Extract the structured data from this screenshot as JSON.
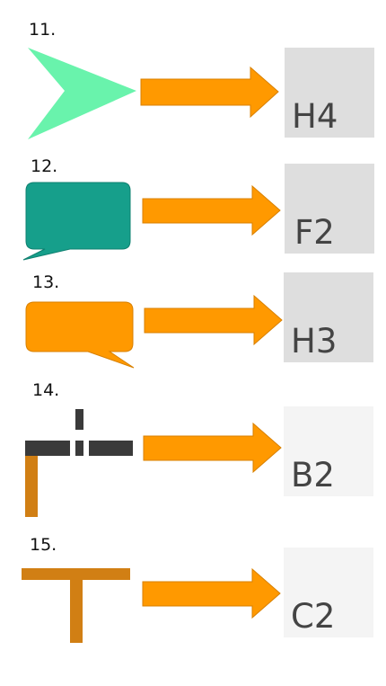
{
  "items": [
    {
      "number": "11.",
      "shape": "green-chevron-shape",
      "answer": "H4",
      "answer_bg": "#dedede"
    },
    {
      "number": "12.",
      "shape": "teal-speech-bubble",
      "answer": "F2",
      "answer_bg": "#dedede"
    },
    {
      "number": "13.",
      "shape": "orange-speech-bubble",
      "answer": "H3",
      "answer_bg": "#dedede"
    },
    {
      "number": "14.",
      "shape": "corner-cross-shape",
      "answer": "B2",
      "answer_bg": "#f4f4f4"
    },
    {
      "number": "15.",
      "shape": "t-bar-shape",
      "answer": "C2",
      "answer_bg": "#f4f4f4"
    }
  ],
  "colors": {
    "arrow": "#ff9900",
    "green": "#69f3ac",
    "teal": "#169f8b",
    "orange": "#ff9900",
    "dark": "#3a3a3a",
    "bronze": "#d17f14"
  }
}
